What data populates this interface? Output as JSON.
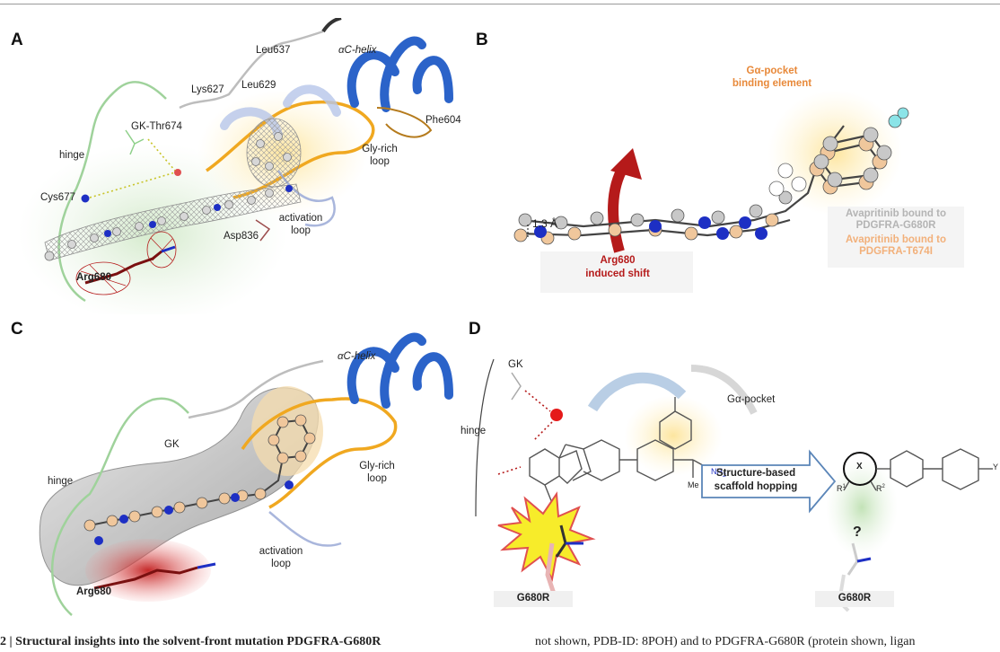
{
  "panels": {
    "a": {
      "label": "A",
      "residues": {
        "leu637": "Leu637",
        "ac_helix": "αC-helix",
        "lys627": "Lys627",
        "leu629": "Leu629",
        "phe604": "Phe604",
        "gk_thr674": "GK-Thr674",
        "hinge": "hinge",
        "gly_rich_1": "Gly-rich",
        "gly_rich_2": "loop",
        "cys677": "Cys677",
        "asp836": "Asp836",
        "activation_1": "activation",
        "activation_2": "loop",
        "arg680": "Arg680"
      }
    },
    "b": {
      "label": "B",
      "pocket_1": "Gα-pocket",
      "pocket_2": "binding element",
      "distance": "1.3 Å",
      "shift_1": "Arg680",
      "shift_2": "induced shift",
      "legend_grey_1": "Avapritinib bound to",
      "legend_grey_2": "PDGFRA-G680R",
      "legend_peach_1": "Avapritinib bound to",
      "legend_peach_2": "PDGFRA-T674I"
    },
    "c": {
      "label": "C",
      "residues": {
        "ac_helix": "αC-helix",
        "gk": "GK",
        "hinge": "hinge",
        "gly_rich_1": "Gly-rich",
        "gly_rich_2": "loop",
        "activation_1": "activation",
        "activation_2": "loop",
        "arg680": "Arg680"
      }
    },
    "d": {
      "label": "D",
      "gk": "GK",
      "ga_pocket": "Gα-pocket",
      "hinge": "hinge",
      "arrow_1": "Structure-based",
      "arrow_2": "scaffold hopping",
      "mutant_left": "G680R",
      "mutant_right": "G680R",
      "question": "?",
      "ring_x": "X",
      "r1": "R",
      "r1_sup": "1",
      "r2": "R",
      "r2_sup": "2",
      "y_label": "Y",
      "nh2": "NH",
      "nh2_sub": "2",
      "me": "Me"
    }
  },
  "caption": {
    "left": "2 | Structural insights into the solvent-front mutation PDGFRA-G680R",
    "right": "not shown, PDB-ID: 8POH) and to PDGFRA-G680R (protein shown, ligan"
  }
}
